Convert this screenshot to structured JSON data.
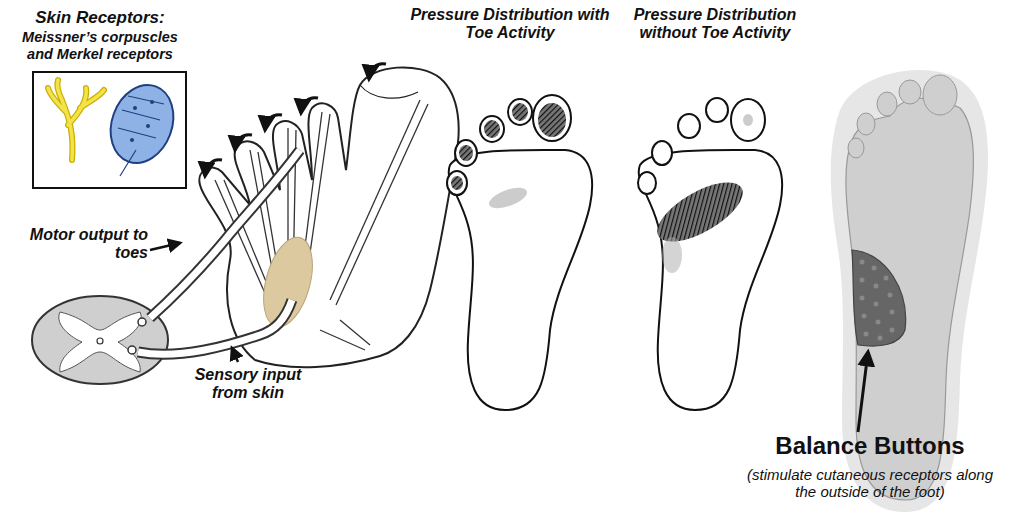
{
  "diagram": {
    "labels": [
      "Skin Receptors:",
      "Meissner’s corpuscles and Merkel receptors",
      "Motor output to toes",
      "Sensory input from skin",
      "Pressure Distribution with Toe Activity",
      "Pressure Distribution without Toe Activity",
      "Balance Buttons",
      "(stimulate cutaneous receptors along the outside of the foot)"
    ]
  }
}
